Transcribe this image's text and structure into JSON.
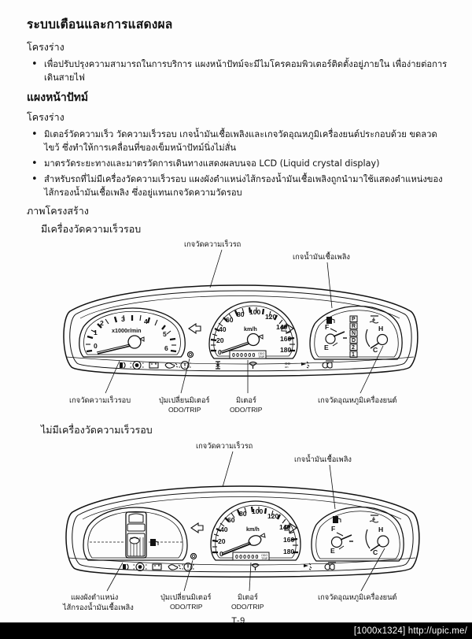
{
  "document": {
    "title": "ระบบเตือนและการแสดงผล",
    "page_number": "T-9",
    "watermark": "[1000x1324] http://upic.me/"
  },
  "sections": [
    {
      "heading": "ระบบเตือนและการแสดงผล",
      "subheading": "โครงร่าง",
      "bullets": [
        "เพื่อปรับปรุงความสามารถในการบริการ แผงหน้าปัทม์จะมีไมโครคอมพิวเตอร์ติดตั้งอยู่ภายใน เพื่อง่ายต่อการเดินสายไฟ"
      ]
    },
    {
      "heading": "แผงหน้าปัทม์",
      "subheading": "โครงร่าง",
      "bullets": [
        "มิเตอร์วัดความเร็ว วัดความเร็วรอบ เกจน้ำมันเชื้อเพลิงและเกจวัดอุณหภูมิเครื่องยนต์ประกอบด้วย ขดลวดไขว้ ซึ่งทำให้การเคลื่อนที่ของเข็มหน้าปัทม์นิ่งไม่สั่น",
        "มาตรวัดระยะทางและมาตรวัดการเดินทางแสดงผลบนจอ LCD (Liquid crystal display)",
        "สำหรับรถที่ไม่มีเครื่องวัดความเร็วรอบ แผงผังตำแหน่งไส้กรองน้ำมันเชื้อเพลิงถูกนำมาใช้แสดงตำแหน่งของไส้กรองน้ำมันเชื้อเพลิง ซึ่งอยู่แทนเกจวัดความวัดรอบ"
      ]
    }
  ],
  "figures_heading": "ภาพโครงสร้าง",
  "figure_1": {
    "caption": "มีเครื่องวัดความเร็วรอบ",
    "callouts_top": [
      "เกจวัดความเร็วรถ",
      "เกจน้ำมันเชื้อเพลิง"
    ],
    "callouts_bottom": [
      {
        "thai": "เกจวัดความเร็วรอบ",
        "en": ""
      },
      {
        "thai": "ปุ่มเปลี่ยนมิเตอร์",
        "en": "ODO/TRIP"
      },
      {
        "thai": "มิเตอร์",
        "en": "ODO/TRIP"
      },
      {
        "thai": "เกจวัดอุณหภูมิเครื่องยนต์",
        "en": ""
      }
    ],
    "tachometer": {
      "unit": "x1000r/min",
      "ticks": [
        "0",
        "1",
        "2",
        "3",
        "4",
        "5",
        "6"
      ],
      "needle_value": 0
    },
    "speedometer": {
      "unit": "km/h",
      "ticks": [
        "0",
        "20",
        "40",
        "60",
        "80",
        "100",
        "120",
        "140",
        "160",
        "180"
      ],
      "needle_value": 0,
      "odometer": "000000",
      "odometer_mode": "ODO/TRIP"
    },
    "fuel_gauge": {
      "high": "F",
      "low": "E",
      "icon": "fuel-pump-icon"
    },
    "temp_gauge": {
      "high": "H",
      "low": "C",
      "icon": "coolant-temp-icon"
    },
    "gear_indicators": [
      "P",
      "R",
      "N",
      "D",
      "2",
      "1"
    ],
    "warning_lights": [
      "headlight-icon",
      "abs-icon",
      "battery-icon",
      "oil-pressure-icon",
      "brake-icon",
      "seatbelt-icon",
      "washer-fluid-icon",
      "door-ajar-icon",
      "rear-fog-icon",
      "high-beam-icon"
    ]
  },
  "figure_2": {
    "caption": "ไม่มีเครื่องวัดความเร็วรอบ",
    "callouts_top": [
      "เกจวัดความเร็วรถ",
      "เกจน้ำมันเชื้อเพลิง"
    ],
    "callouts_bottom": [
      {
        "thai_line1": "แผงผังตำแหน่ง",
        "thai_line2": "ไส้กรองน้ำมันเชื้อเพลิง",
        "en": ""
      },
      {
        "thai_line1": "ปุ่มเปลี่ยนมิเตอร์",
        "thai_line2": "",
        "en": "ODO/TRIP"
      },
      {
        "thai_line1": "มิเตอร์",
        "thai_line2": "",
        "en": "ODO/TRIP"
      },
      {
        "thai_line1": "เกจวัดอุณหภูมิเครื่องยนต์",
        "thai_line2": "",
        "en": ""
      }
    ],
    "fuel_filter_panel": {
      "icon": "vehicle-fuel-filter-diagram"
    },
    "speedometer": {
      "unit": "km/h",
      "ticks": [
        "0",
        "20",
        "40",
        "60",
        "80",
        "100",
        "120",
        "140",
        "160",
        "180"
      ],
      "needle_value": 0,
      "odometer": "000000",
      "odometer_mode": "ODO/TRIP"
    },
    "fuel_gauge": {
      "high": "F",
      "low": "E",
      "icon": "fuel-pump-icon"
    },
    "temp_gauge": {
      "high": "H",
      "low": "C",
      "icon": "coolant-temp-icon"
    },
    "warning_lights": [
      "headlight-icon",
      "abs-icon",
      "battery-icon",
      "oil-pressure-icon",
      "brake-icon",
      "washer-fluid-icon",
      "rear-fog-icon",
      "high-beam-icon"
    ]
  }
}
